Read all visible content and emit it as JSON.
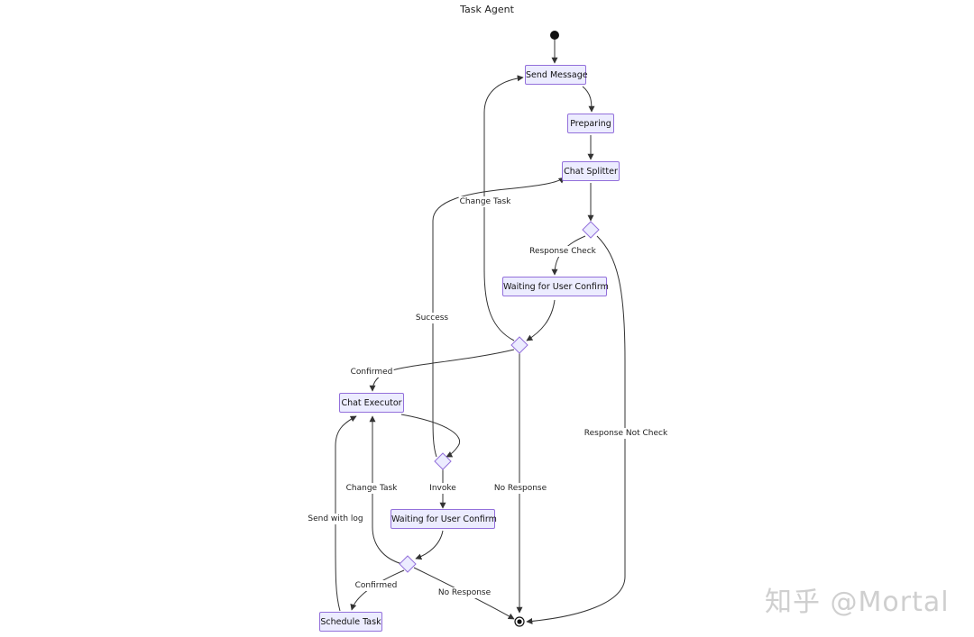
{
  "title": "Task Agent",
  "nodes": {
    "send_message": "Send Message",
    "preparing": "Preparing",
    "chat_splitter": "Chat Splitter",
    "waiting_confirm_1": "Waiting for User Confirm",
    "chat_executor": "Chat Executor",
    "waiting_confirm_2": "Waiting for User Confirm",
    "schedule_task": "Schedule Task"
  },
  "edge_labels": {
    "change_task_1": "Change Task",
    "response_check": "Response Check",
    "success": "Success",
    "confirmed_1": "Confirmed",
    "response_not_check": "Response Not Check",
    "change_task_2": "Change Task",
    "invoke": "Invoke",
    "no_response_1": "No Response",
    "send_with_log": "Send with log",
    "confirmed_2": "Confirmed",
    "no_response_2": "No Response"
  },
  "watermark": "知乎 @Mortal",
  "colors": {
    "node_fill": "#ececff",
    "node_border": "#9370db",
    "edge": "#333333"
  }
}
